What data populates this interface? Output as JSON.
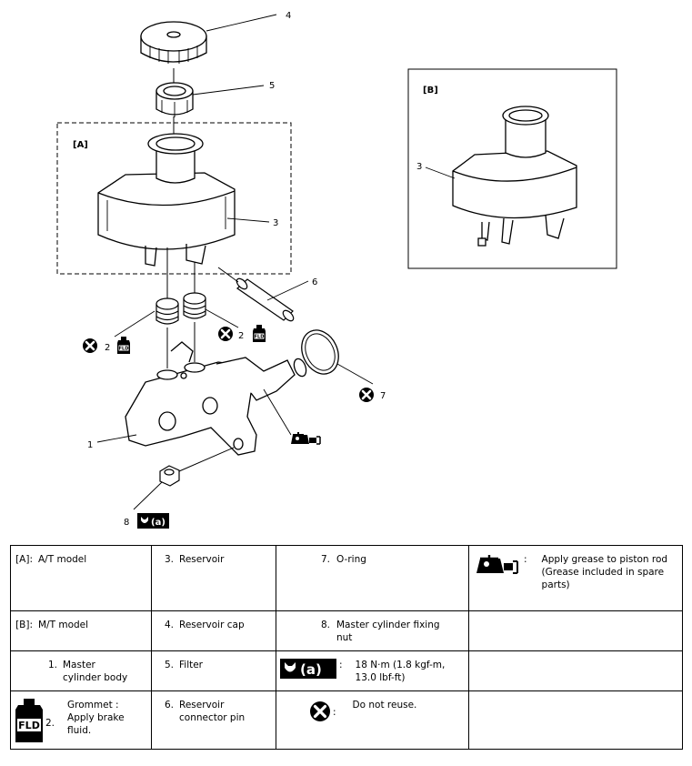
{
  "diagram": {
    "group_labels": {
      "at": "[A]",
      "mt": "[B]"
    },
    "callouts": {
      "c1": "1",
      "c2a": "2",
      "c2b": "2",
      "c3a": "3",
      "c3b": "3",
      "c4": "4",
      "c5": "5",
      "c6": "6",
      "c7": "7",
      "c8": "8"
    },
    "torque_ref": "(a)",
    "fluid_icon_text": "FLD",
    "icons": [
      "do-not-reuse-icon",
      "brake-fluid-icon",
      "grease-icon",
      "torque-wrench-icon"
    ]
  },
  "legend": {
    "rows": [
      [
        {
          "num": "[A]:",
          "text": "A/T model"
        },
        {
          "num": "3.",
          "text": "Reservoir"
        },
        {
          "num": "7.",
          "text": "O-ring"
        },
        {
          "icon": "grease-icon",
          "text": "Apply grease to piston rod (Grease included in spare parts)"
        }
      ],
      [
        {
          "num": "[B]:",
          "text": "M/T model"
        },
        {
          "num": "4.",
          "text": "Reservoir cap"
        },
        {
          "num": "8.",
          "text": "Master cylinder fixing nut"
        },
        {
          "text": ""
        }
      ],
      [
        {
          "num": "1.",
          "text": "Master cylinder body"
        },
        {
          "num": "5.",
          "text": "Filter"
        },
        {
          "icon": "torque-wrench-icon",
          "icon_text": "(a)",
          "text": "18 N·m (1.8 kgf-m, 13.0 lbf-ft)"
        },
        {
          "text": ""
        }
      ],
      [
        {
          "icon": "brake-fluid-icon",
          "num": "2.",
          "icon_text": "FLD",
          "text": "Grommet : Apply brake fluid."
        },
        {
          "num": "6.",
          "text": "Reservoir connector pin"
        },
        {
          "icon": "do-not-reuse-icon",
          "text": "Do not reuse."
        },
        {
          "text": ""
        }
      ]
    ]
  }
}
